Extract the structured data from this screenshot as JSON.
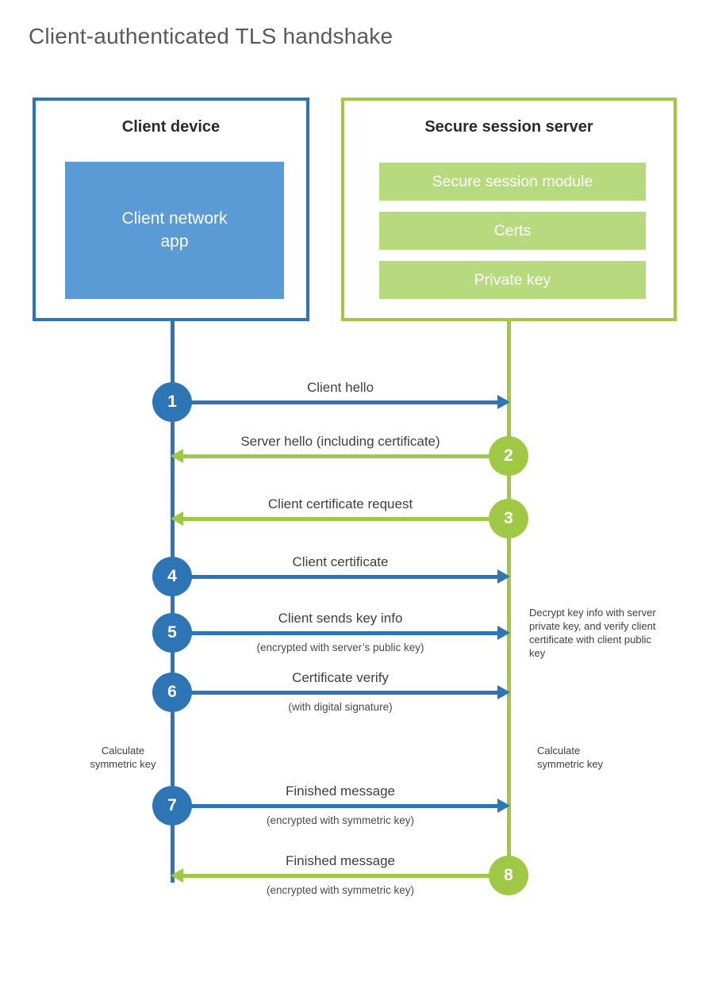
{
  "title": "Client-authenticated TLS handshake",
  "colors": {
    "blue_accent": "#2e75b6",
    "blue_fill": "#5b9bd5",
    "green_accent": "#9fc945",
    "green_fill": "#b8da7e",
    "title_gray": "#595959",
    "label_gray": "#3f3f3f"
  },
  "client_box": {
    "title": "Client device",
    "app_label": "Client network app"
  },
  "server_box": {
    "title": "Secure session server",
    "modules": [
      "Secure session module",
      "Certs",
      "Private key"
    ]
  },
  "steps": [
    {
      "number": "1",
      "label": "Client hello",
      "sublabel": "",
      "direction": "client-to-server",
      "color": "blue"
    },
    {
      "number": "2",
      "label": "Server hello (including certificate)",
      "sublabel": "",
      "direction": "server-to-client",
      "color": "green"
    },
    {
      "number": "3",
      "label": "Client certificate request",
      "sublabel": "",
      "direction": "server-to-client",
      "color": "green"
    },
    {
      "number": "4",
      "label": "Client certificate",
      "sublabel": "",
      "direction": "client-to-server",
      "color": "blue"
    },
    {
      "number": "5",
      "label": "Client sends key info",
      "sublabel": "(encrypted with server’s public key)",
      "direction": "client-to-server",
      "color": "blue"
    },
    {
      "number": "6",
      "label": "Certificate verify",
      "sublabel": "(with digital signature)",
      "direction": "client-to-server",
      "color": "blue"
    },
    {
      "number": "7",
      "label": "Finished message",
      "sublabel": "(encrypted with symmetric key)",
      "direction": "client-to-server",
      "color": "blue"
    },
    {
      "number": "8",
      "label": "Finished message",
      "sublabel": "(encrypted with symmetric key)",
      "direction": "server-to-client",
      "color": "green"
    }
  ],
  "annotations": {
    "decrypt_note": "Decrypt key info with server private key, and verify client certificate with client public key",
    "calculate_left": "Calculate symmetric key",
    "calculate_right": "Calculate symmetric key"
  }
}
